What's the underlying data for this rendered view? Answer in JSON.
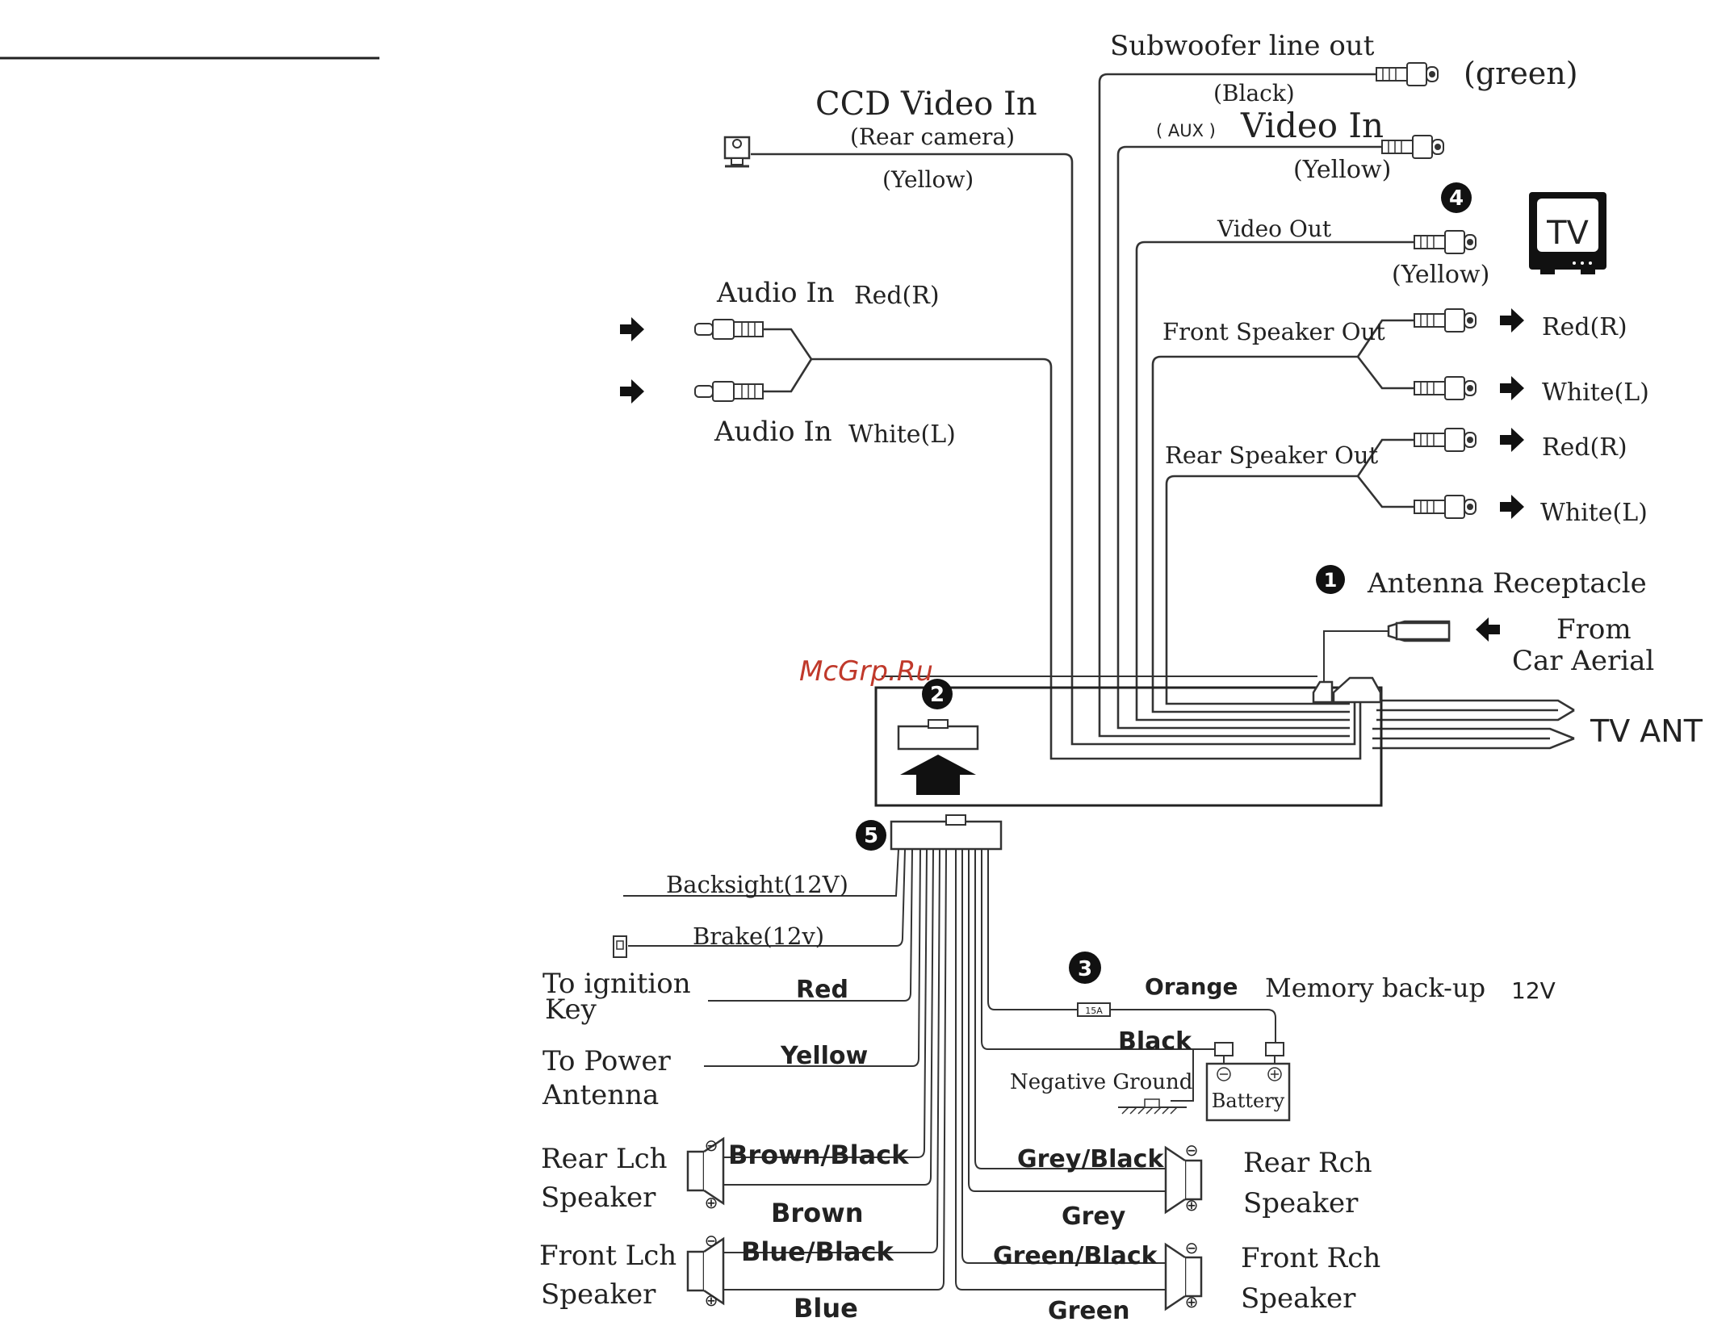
{
  "labels": {
    "subwoofer": "Subwoofer line out",
    "subwoofer_color": "(Black)",
    "subwoofer_plug": "(green)",
    "ccd_title": "CCD Video In",
    "ccd_sub": "(Rear camera)",
    "ccd_color": "(Yellow)",
    "aux_tag": "( AUX )",
    "aux_video": "Video In",
    "aux_color": "(Yellow)",
    "video_out": "Video Out",
    "video_out_color": "(Yellow)",
    "tv": "TV",
    "audio_in_r": "Audio In",
    "audio_in_r_color": "Red(R)",
    "audio_in_l": "Audio In",
    "audio_in_l_color": "White(L)",
    "front_speaker_out": "Front Speaker Out",
    "front_r": "Red(R)",
    "front_l": "White(L)",
    "rear_speaker_out": "Rear  Speaker Out",
    "rear_r": "Red(R)",
    "rear_l": "White(L)",
    "antenna_receptacle": "Antenna Receptacle",
    "from": "From",
    "car_aerial": "Car Aerial",
    "tv_ant": "TV  ANT",
    "backsight": "Backsight(12V)",
    "brake": "Brake(12v)",
    "ignition_1": "To ignition",
    "ignition_2": "Key",
    "red": "Red",
    "power_ant_1": "To Power",
    "power_ant_2": "Antenna",
    "yellow": "Yellow",
    "orange": "Orange",
    "memory": "Memory back-up",
    "memory_v": "12V",
    "fuse": "15A",
    "black": "Black",
    "negative_ground": "Negative Ground",
    "battery": "Battery",
    "rear_lch_1": "Rear Lch",
    "rear_lch_2": "Speaker",
    "brown_black": "Brown/Black",
    "brown": "Brown",
    "grey_black": "Grey/Black",
    "grey": "Grey",
    "rear_rch_1": "Rear Rch",
    "rear_rch_2": "Speaker",
    "front_lch_1": "Front Lch",
    "front_lch_2": "Speaker",
    "blue_black": "Blue/Black",
    "blue": "Blue",
    "green_black": "Green/Black",
    "green": "Green",
    "front_rch_1": "Front Rch",
    "front_rch_2": "Speaker"
  },
  "markers": {
    "m1": "1",
    "m2": "2",
    "m3": "3",
    "m4": "4",
    "m5": "5"
  },
  "watermark": "McGrp.Ru"
}
